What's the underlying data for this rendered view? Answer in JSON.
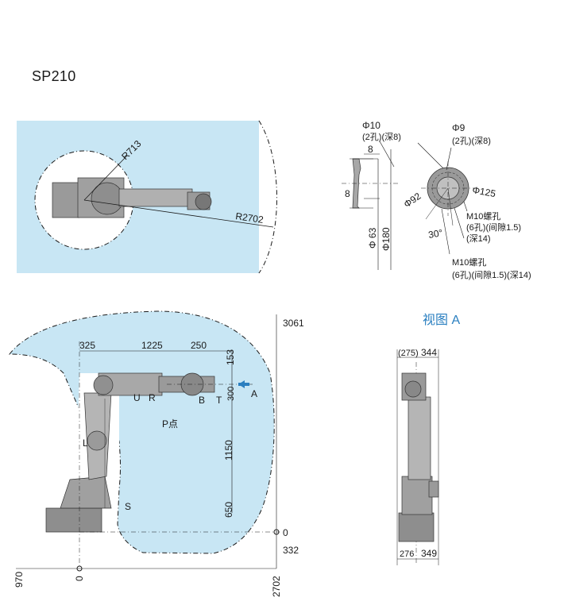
{
  "model": "SP210",
  "view_a_title": "视图 A",
  "top_view": {
    "radius_inner": "R713",
    "radius_outer": "R2702"
  },
  "flange": {
    "phi10": "Φ10",
    "phi10_note": "(2孔)(深8)",
    "phi9": "Φ9",
    "phi9_note": "(2孔)(深8)",
    "dim_8_top": "8",
    "dim_8_mid": "8",
    "phi92": "Φ92",
    "phi125": "Φ125",
    "phi63": "Φ 63",
    "phi180": "Φ180",
    "angle": "30°",
    "m10_a_1": "M10螺孔",
    "m10_a_2": "(6孔)(间隙1.5)",
    "m10_a_3": "(深14)",
    "m10_b_1": "M10螺孔",
    "m10_b_2": "(6孔)(间隙1.5)(深14)"
  },
  "side_view": {
    "dim_325": "325",
    "dim_1225": "1225",
    "dim_250": "250",
    "dim_153": "153",
    "dim_300": "300",
    "dim_1150": "1150",
    "dim_650": "650",
    "dim_3061": "3061",
    "dim_0_right": "0",
    "dim_332": "332",
    "dim_970": "970",
    "dim_0_bottom": "0",
    "dim_2702": "2702",
    "axis_u": "U",
    "axis_r": "R",
    "axis_b": "B",
    "axis_t": "T",
    "axis_l": "L",
    "axis_s": "S",
    "point_p": "P点",
    "arrow_a": "A"
  },
  "front_view": {
    "dim_275": "(275)",
    "dim_344": "344",
    "dim_276": "276",
    "dim_349": "349"
  },
  "colors": {
    "envelope": "#c8e6f4",
    "robot": "#8a8a8a",
    "accent": "#2a7fc0"
  }
}
